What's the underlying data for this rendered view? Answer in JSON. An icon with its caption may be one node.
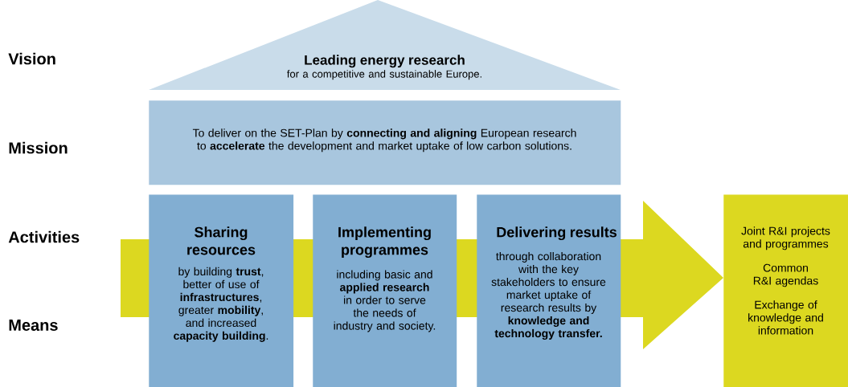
{
  "diagram": {
    "nodes": [
      {
        "text": [
          "Leading energy research",
          "for a competitive and sustainable Europe."
        ]
      },
      {
        "text": [
          "To deliver on the SET-Plan by **connecting and aligning** European research to **accelerate** the development and market uptake of low carbon solutions."
        ]
      },
      {
        "text": [
          "Sharing resources",
          "by building **trust**, better of use of **infrastructures**, greater **mobility**, and increased **capacity building**."
        ]
      },
      {
        "text": [
          "Implementing programmes",
          "including basic and **applied research** in order to serve the needs of industry and society."
        ]
      },
      {
        "text": [
          "Delivering results",
          "through collaboration with the key stakeholders to ensure market uptake of research results by **knowledge and technology transfer.**"
        ]
      },
      {
        "text": [
          "Joint R&I projects and programmes",
          "Common R&I agendas",
          "Exchange of knowledge and information"
        ]
      }
    ],
    "edges": [
      {
        "from": null,
        "to": 5,
        "arrow": "to"
      }
    ],
    "labels": [
      "Vision",
      "Mission",
      "Activities",
      "Means"
    ]
  }
}
